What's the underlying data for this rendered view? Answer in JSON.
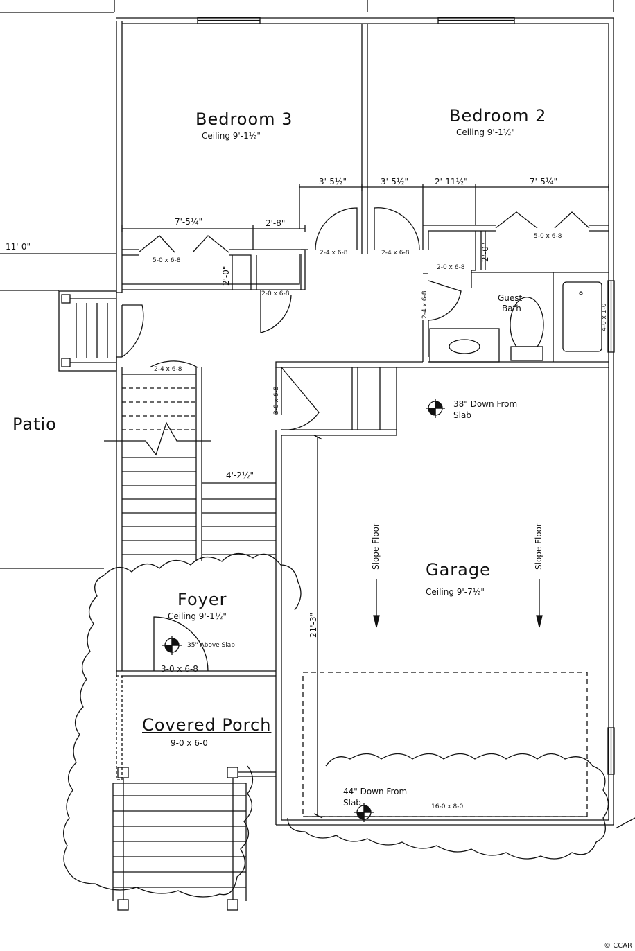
{
  "rooms": {
    "bedroom3": {
      "name": "Bedroom 3",
      "ceiling": "Ceiling 9'-1½\""
    },
    "bedroom2": {
      "name": "Bedroom 2",
      "ceiling": "Ceiling 9'-1½\""
    },
    "guest_bath": {
      "name_line1": "Guest",
      "name_line2": "Bath"
    },
    "patio": {
      "name": "Patio"
    },
    "foyer": {
      "name": "Foyer",
      "ceiling": "Ceiling 9'-1½\""
    },
    "garage": {
      "name": "Garage",
      "ceiling": "Ceiling 9'-7½\""
    },
    "covered_porch": {
      "name": "Covered Porch",
      "size": "9-0 x 6-0"
    }
  },
  "dimensions": {
    "d1": "3'-5½\"",
    "d2": "3'-5½\"",
    "d3": "2'-11½\"",
    "d4": "7'-5¼\"",
    "d5": "7'-5¼\"",
    "d6": "2'-8\"",
    "d7": "11'-0\"",
    "d8": "2'-0\"",
    "d9": "2'-0\"",
    "d10": "4'-2½\"",
    "d11": "21'-3\""
  },
  "doors": {
    "closet_b3": "5-0 x 6-8",
    "closet_b2": "5-0 x 6-8",
    "door_b3": "2-4 x 6-8",
    "door_b2": "2-4 x 6-8",
    "linen_b3": "2-0 x 6-8",
    "linen_b2": "2-0 x 6-8",
    "bath_door": "2-4 x 6-8",
    "bath_window": "4-0 x 1-0",
    "stair_door": "2-4 x 6-8",
    "garage_door_in": "3-0 x 6-8",
    "front_door": "3-0 x 6-8",
    "garage_door": "16-0 x 8-0"
  },
  "notes": {
    "garage_slab_top_1": "38\" Down From",
    "garage_slab_top_2": "Slab",
    "garage_slab_bottom_1": "44\" Down From",
    "garage_slab_bottom_2": "Slab",
    "foyer_slab": "35\" Above Slab",
    "slope_left": "Slope Floor",
    "slope_right": "Slope Floor"
  },
  "watermark": "© CCAR"
}
